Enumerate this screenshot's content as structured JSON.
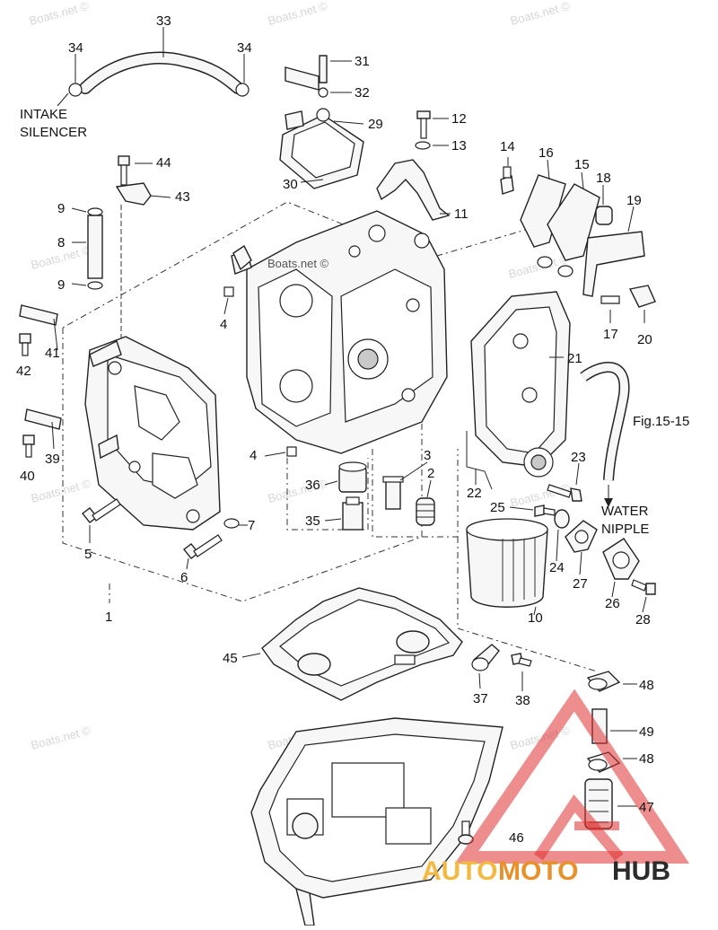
{
  "callouts": {
    "n33": "33",
    "n34a": "34",
    "n34b": "34",
    "n31": "31",
    "n32": "32",
    "n29": "29",
    "n12": "12",
    "n13": "13",
    "n30": "30",
    "n44": "44",
    "n43": "43",
    "n11": "11",
    "n14": "14",
    "n16": "16",
    "n15": "15",
    "n18": "18",
    "n19": "19",
    "n9a": "9",
    "n8": "8",
    "n9b": "9",
    "n4a": "4",
    "n41": "41",
    "n42": "42",
    "n17": "17",
    "n20": "20",
    "n21": "21",
    "n40": "40",
    "n39": "39",
    "n4b": "4",
    "n3": "3",
    "n2": "2",
    "n36": "36",
    "n23": "23",
    "n22": "22",
    "n35": "35",
    "n25": "25",
    "n7": "7",
    "n5": "5",
    "n6": "6",
    "n24": "24",
    "n27": "27",
    "n26": "26",
    "n28": "28",
    "n10": "10",
    "n1": "1",
    "n45": "45",
    "n37": "37",
    "n38": "38",
    "n48a": "48",
    "n49": "49",
    "n48b": "48",
    "n47": "47",
    "n46": "46"
  },
  "labels": {
    "intake_line1": "INTAKE",
    "intake_line2": "SILENCER",
    "fig_ref": "Fig.15-15",
    "water_line1": "WATER",
    "water_line2": "NIPPLE"
  },
  "watermark": {
    "text": "Boats.net ©",
    "inline_text": "Boats.net ©"
  },
  "brand": {
    "part1": "AUTO",
    "part2": "MOTO",
    "part3": "HUB",
    "color_light": "#f4b942",
    "color_mid": "#e8902a",
    "color_dark": "#2b2b2b",
    "logo_red": "#e03030"
  }
}
